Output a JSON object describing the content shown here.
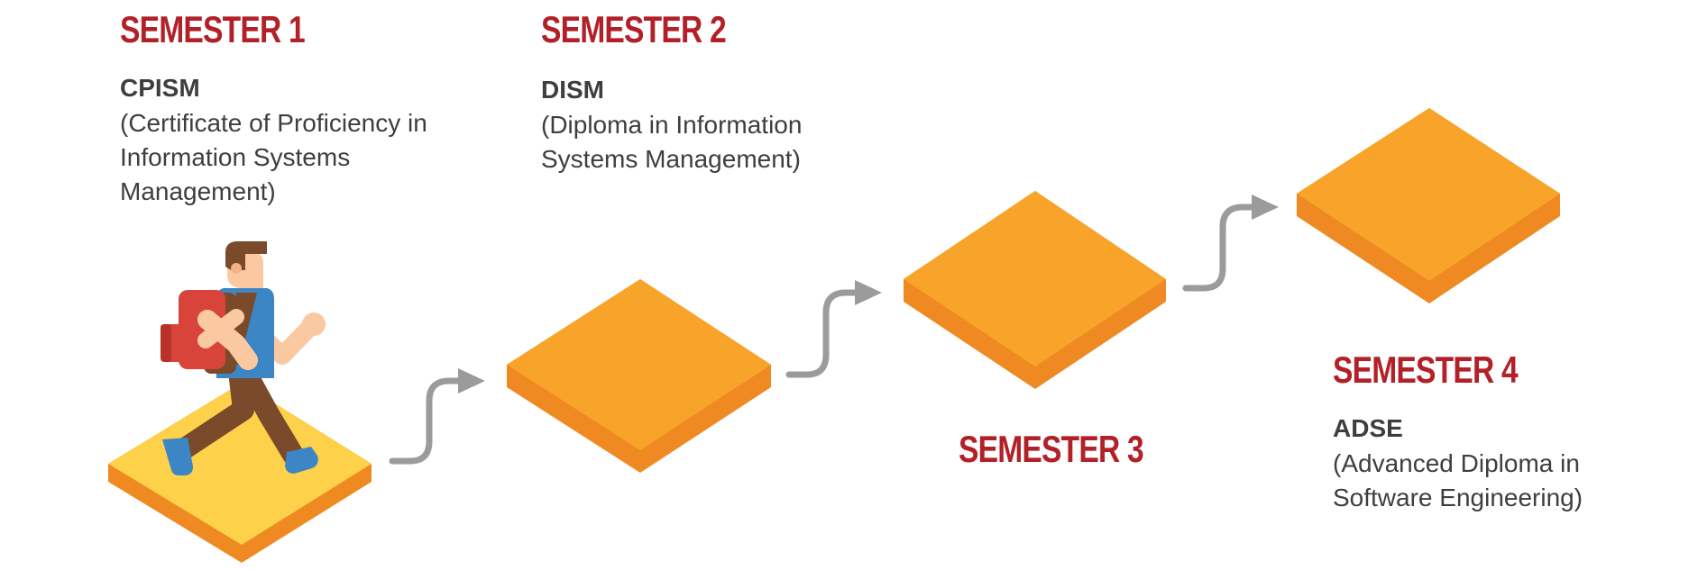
{
  "colors": {
    "heading": "#b22127",
    "text": "#3e3e40",
    "platform_top": "#f8a329",
    "platform_side": "#ef8a23",
    "start_platform_top": "#fdd149",
    "arrow": "#9b9b9b"
  },
  "steps": [
    {
      "title": "SEMESTER 1",
      "code": "CPISM",
      "description": "(Certificate of Proficiency in Information Systems Management)"
    },
    {
      "title": "SEMESTER 2",
      "code": "DISM",
      "description": "(Diploma in Information Systems Management)"
    },
    {
      "title": "SEMESTER 3"
    },
    {
      "title": "SEMESTER 4",
      "code": "ADSE",
      "description": "(Advanced Diploma in Software Engineering)"
    }
  ],
  "icons": [
    "student-walking-icon",
    "backpack-icon"
  ]
}
